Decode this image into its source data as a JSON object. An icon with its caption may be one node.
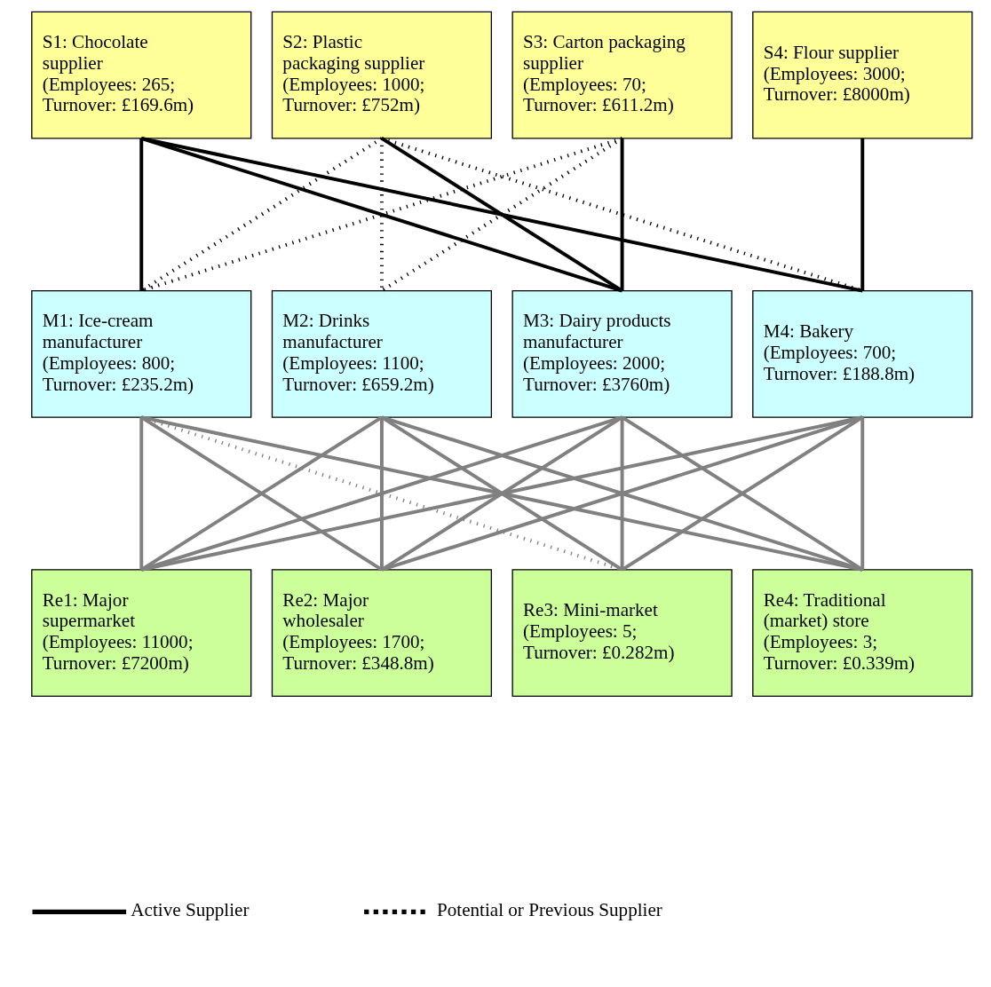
{
  "diagram": {
    "nodes": [
      {
        "text": [
          "S1: Chocolate supplier",
          "(Employees: 265; Turnover: £169.6m)"
        ]
      },
      {
        "text": [
          "S2: Plastic packaging supplier",
          "(Employees: 1000; Turnover: £752m)"
        ]
      },
      {
        "text": [
          "S3: Carton packaging supplier",
          "(Employees: 70; Turnover: £611.2m)"
        ]
      },
      {
        "text": [
          "S4: Flour supplier",
          "(Employees: 3000; Turnover: £8000m)"
        ]
      },
      {
        "text": [
          "M1: Ice-cream manufacturer",
          "(Employees: 800; Turnover: £235.2m)"
        ]
      },
      {
        "text": [
          "M2: Drinks manufacturer",
          "(Employees: 1100; Turnover: £659.2m)"
        ]
      },
      {
        "text": [
          "M3: Dairy products manufacturer",
          "(Employees: 2000; Turnover: £3760m)"
        ]
      },
      {
        "text": [
          "M4: Bakery",
          "(Employees: 700; Turnover: £188.8m)"
        ]
      },
      {
        "text": [
          "Re1: Major supermarket",
          "(Employees: 11000; Turnover: £7200m)"
        ]
      },
      {
        "text": [
          "Re2: Major wholesaler",
          "(Employees: 1700; Turnover: £348.8m)"
        ]
      },
      {
        "text": [
          "Re3: Mini-market",
          "(Employees: 5; Turnover: £0.282m)"
        ]
      },
      {
        "text": [
          "Re4: Traditional (market) store",
          "(Employees: 3; Turnover: £0.339m)"
        ]
      }
    ],
    "edges": [
      {
        "from": 0,
        "to": 4,
        "arrow": "none",
        "color": "#000000"
      },
      {
        "from": 0,
        "to": 6,
        "arrow": "none",
        "color": "#000000"
      },
      {
        "from": 0,
        "to": 7,
        "arrow": "none",
        "color": "#000000"
      },
      {
        "from": 1,
        "to": 4,
        "arrow": "none",
        "style": "dashed",
        "color": "#000000"
      },
      {
        "from": 1,
        "to": 5,
        "arrow": "none",
        "style": "dashed",
        "color": "#000000"
      },
      {
        "from": 1,
        "to": 6,
        "arrow": "none",
        "color": "#000000"
      },
      {
        "from": 1,
        "to": 7,
        "arrow": "none",
        "style": "dashed",
        "color": "#000000"
      },
      {
        "from": 2,
        "to": 4,
        "arrow": "none",
        "style": "dashed",
        "color": "#000000"
      },
      {
        "from": 2,
        "to": 5,
        "arrow": "none",
        "style": "dashed",
        "color": "#000000"
      },
      {
        "from": 2,
        "to": 6,
        "arrow": "none",
        "color": "#000000"
      },
      {
        "from": 3,
        "to": 7,
        "arrow": "none",
        "color": "#000000"
      },
      {
        "from": 4,
        "to": 8,
        "arrow": "none"
      },
      {
        "from": 4,
        "to": 9,
        "arrow": "none"
      },
      {
        "from": 4,
        "to": 10,
        "arrow": "none",
        "style": "dashed"
      },
      {
        "from": 4,
        "to": 11,
        "arrow": "none"
      },
      {
        "from": 5,
        "to": 8,
        "arrow": "none"
      },
      {
        "from": 5,
        "to": 9,
        "arrow": "none"
      },
      {
        "from": 5,
        "to": 10,
        "arrow": "none"
      },
      {
        "from": 5,
        "to": 11,
        "arrow": "none"
      },
      {
        "from": 6,
        "to": 8,
        "arrow": "none"
      },
      {
        "from": 6,
        "to": 9,
        "arrow": "none"
      },
      {
        "from": 6,
        "to": 10,
        "arrow": "none"
      },
      {
        "from": 6,
        "to": 11,
        "arrow": "none"
      },
      {
        "from": 7,
        "to": 8,
        "arrow": "none"
      },
      {
        "from": 7,
        "to": 9,
        "arrow": "none"
      },
      {
        "from": 7,
        "to": 10,
        "arrow": "none"
      },
      {
        "from": 7,
        "to": 11,
        "arrow": "none"
      }
    ],
    "legend": [
      {
        "text": "Active Supplier"
      },
      {
        "text": "Potential or Previous Supplier"
      }
    ]
  }
}
